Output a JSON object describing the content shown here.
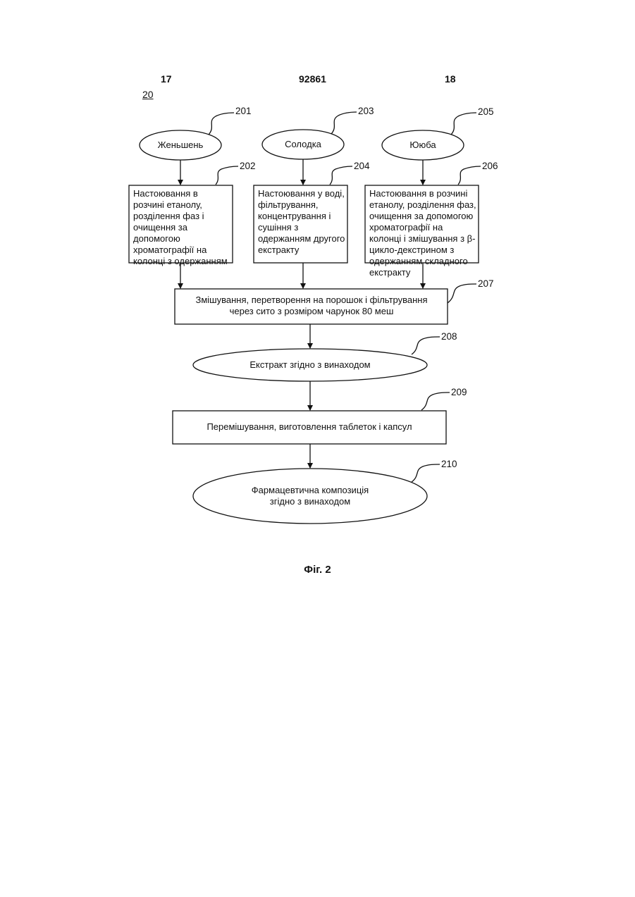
{
  "header": {
    "page_left": "17",
    "patent_number": "92861",
    "page_right": "18"
  },
  "figure_id": "20",
  "nodes": {
    "n201": {
      "ref": "201",
      "text": "Женьшень"
    },
    "n203": {
      "ref": "203",
      "text": "Солодка"
    },
    "n205": {
      "ref": "205",
      "text": "Ююба"
    },
    "n202": {
      "ref": "202",
      "text": "Настоювання в розчині етанолу, розділення фаз і очищення за допомогою хроматографії на колонці з одержанням"
    },
    "n204": {
      "ref": "204",
      "text": "Настоювання у воді, фільтрування, концентрування і сушіння з одержанням другого екстракту"
    },
    "n206": {
      "ref": "206",
      "text": "Настоювання в розчині етанолу, розділення фаз, очищення за допомогою хроматографії на колонці і змішування з β-цикло-декстрином з одержанням складного екстракту"
    },
    "n207": {
      "ref": "207",
      "text": "Змішування, перетворення на порошок і фільтрування через сито з розміром чарунок 80 меш"
    },
    "n208": {
      "ref": "208",
      "text": "Екстракт згідно з винаходом"
    },
    "n209": {
      "ref": "209",
      "text": "Перемішування, виготовлення таблеток і капсул"
    },
    "n210": {
      "ref": "210",
      "text": "Фармацевтична композиція згідно з винаходом"
    }
  },
  "caption": "Фіг. 2"
}
